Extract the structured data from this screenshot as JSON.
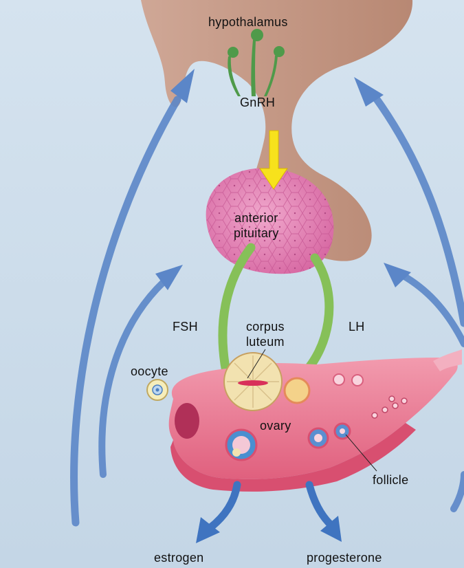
{
  "labels": {
    "hypothalamus": "hypothalamus",
    "gnrh": "GnRH",
    "anterior_pituitary": "anterior\npituitary",
    "fsh": "FSH",
    "lh": "LH",
    "corpus_luteum": "corpus\nluteum",
    "oocyte": "oocyte",
    "ovary": "ovary",
    "follicle": "follicle",
    "estrogen": "estrogen",
    "progesterone": "progesterone"
  },
  "colors": {
    "background": "#c9dbe9",
    "hypothalamus_tissue": "#c49a86",
    "pituitary": "#e080b0",
    "ovary": "#e8748e",
    "feedback_arrow": "#5b86c8",
    "release_arrow": "#3f74c0",
    "hormone_arrow": "#86c058",
    "gnrh_arrow": "#f7e21c"
  }
}
